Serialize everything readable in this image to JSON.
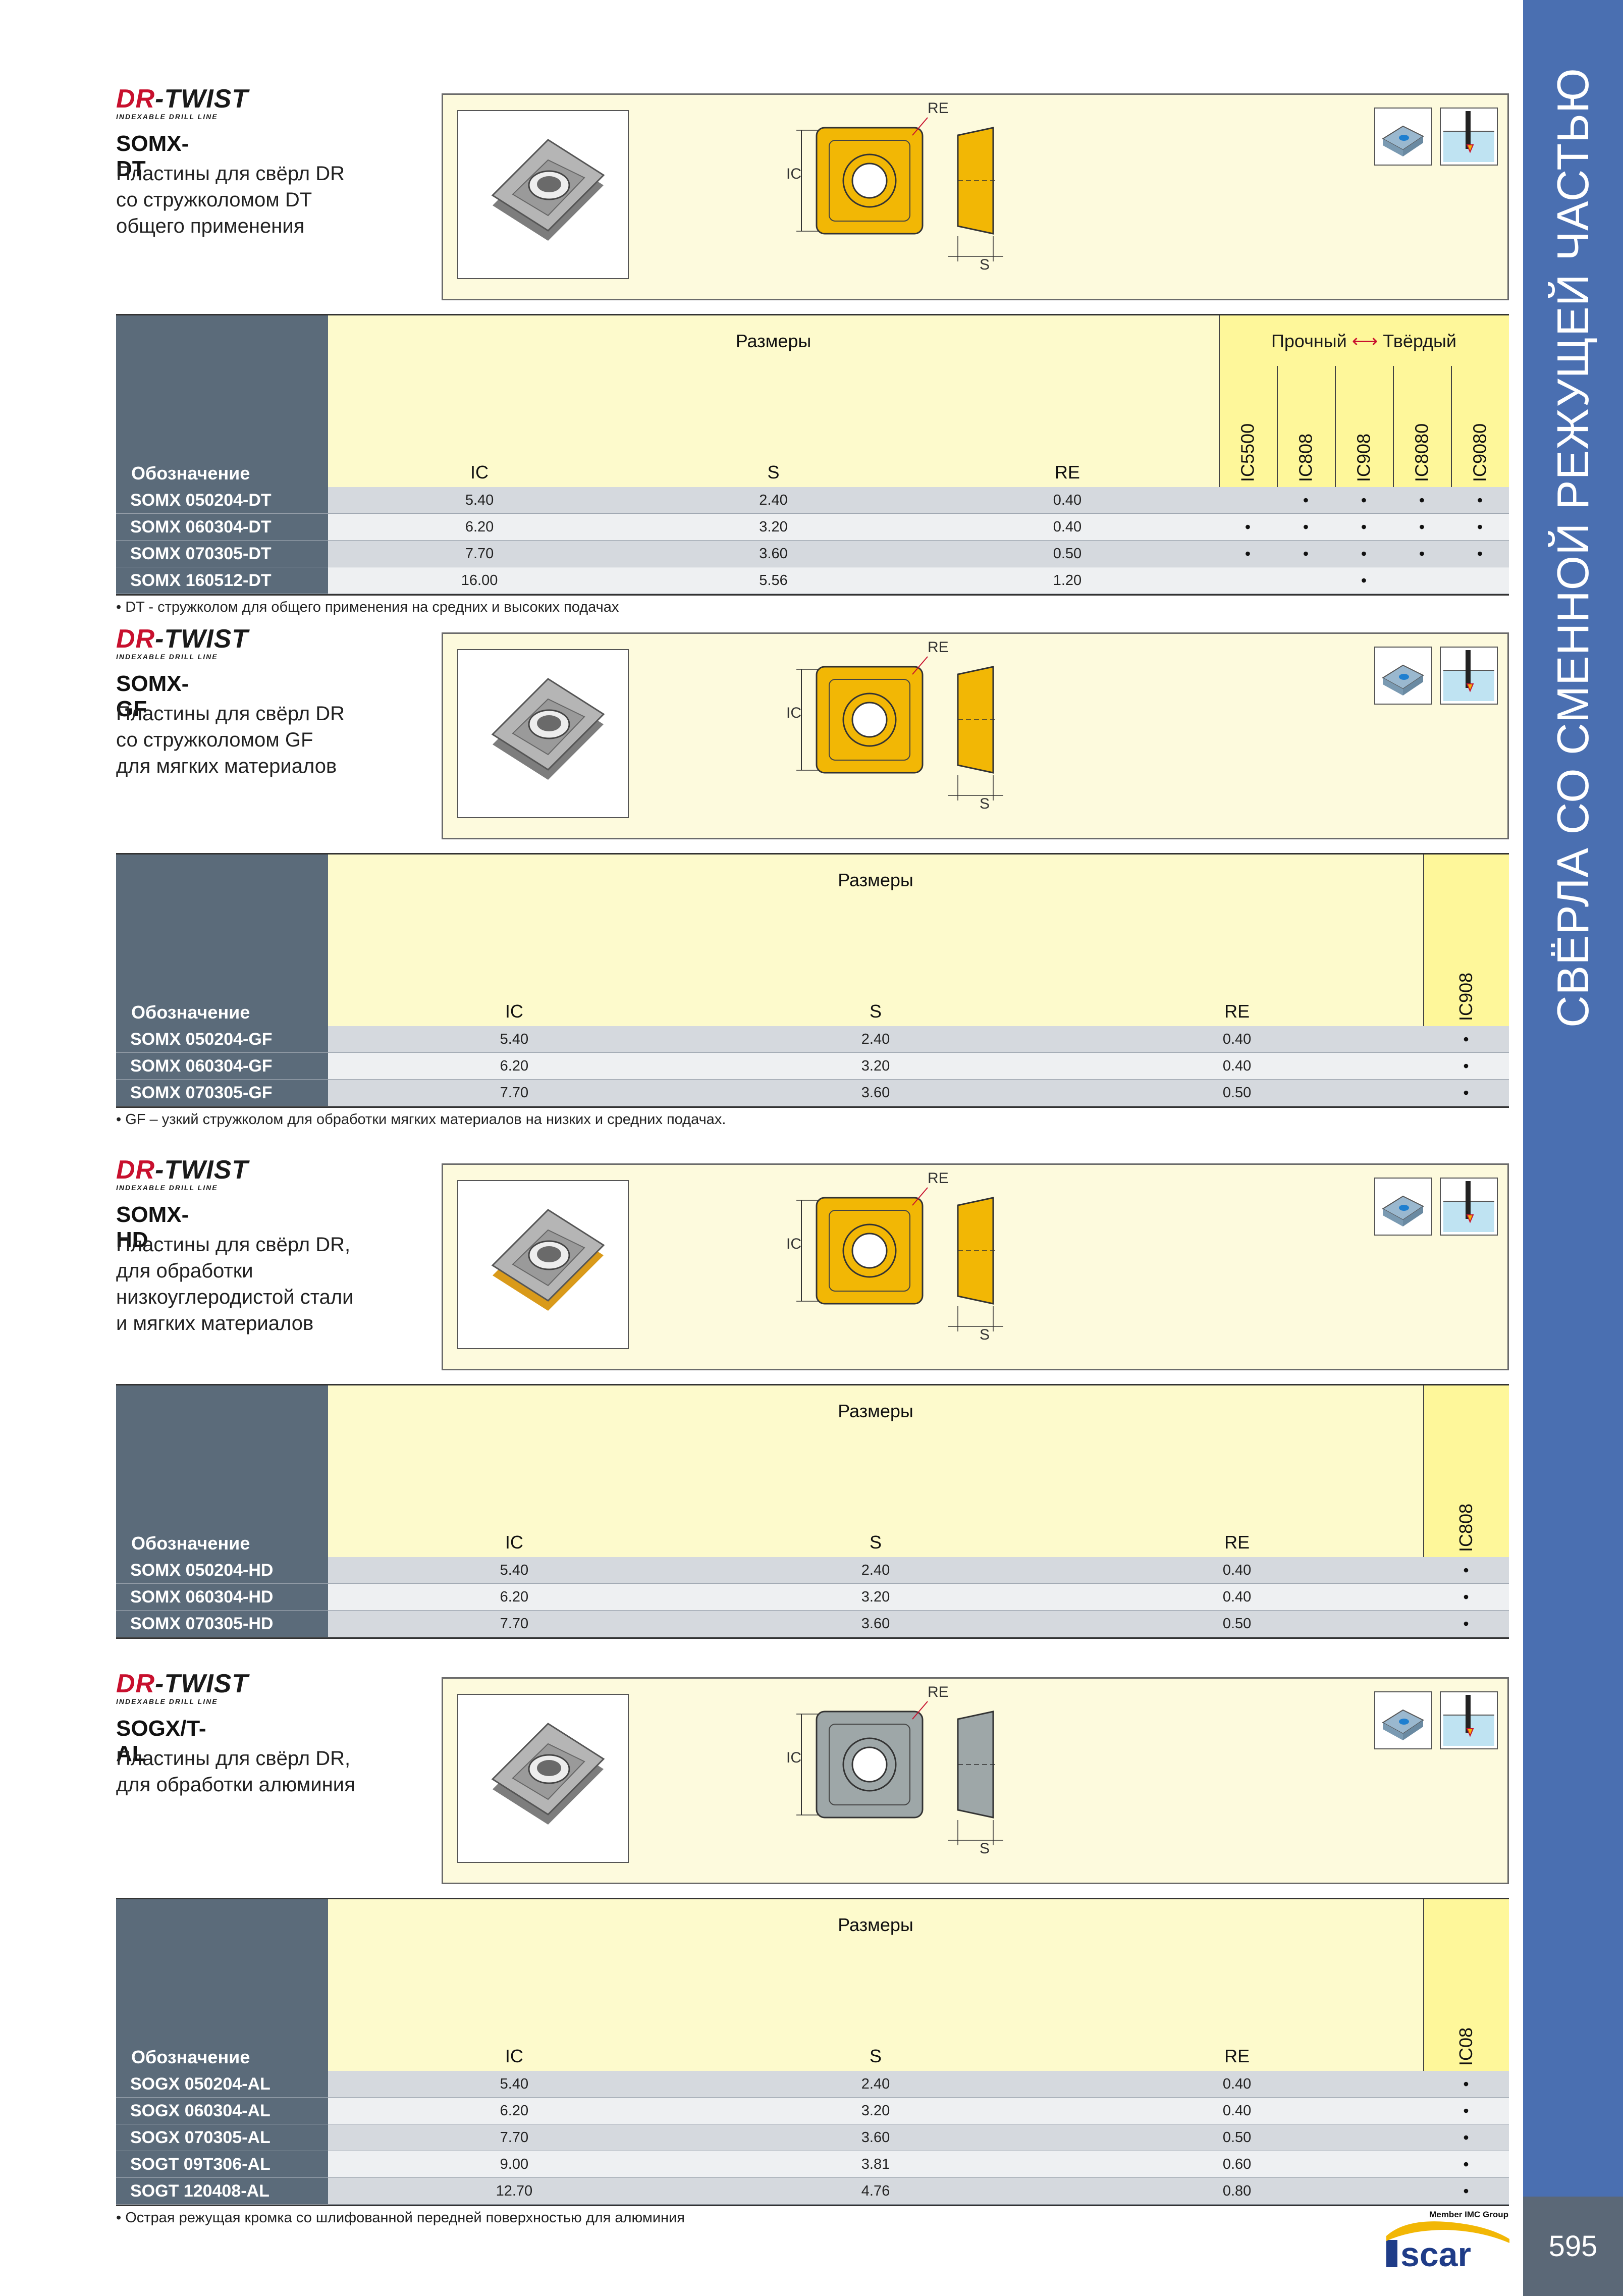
{
  "side_title": "СВЁРЛА СО СМЕННОЙ РЕЖУЩЕЙ ЧАСТЬЮ",
  "page_number": "595",
  "brand": {
    "dr": "DR",
    "twist": "-TWIST",
    "sub": "INDEXABLE DRILL LINE"
  },
  "logo": {
    "text": "iscar",
    "member": "Member IMC Group"
  },
  "dim_labels": {
    "ic": "IC",
    "s": "S",
    "re": "RE"
  },
  "table_headers": {
    "designation": "Обозначение",
    "dimensions": "Размеры",
    "ic": "IC",
    "s": "S",
    "re": "RE"
  },
  "strength": {
    "tough": "Прочный",
    "hard": "Твёрдый"
  },
  "colors": {
    "side_band": "#4a6fb1",
    "table_dark": "#5b6b7a",
    "panel": "#fdfadd",
    "grade_yellow": "#fef79a",
    "insert_gold": "#f2b705"
  },
  "sections": [
    {
      "series": "SOMX-DT",
      "desc": [
        "Пластины для свёрл DR",
        "со стружколомом DT",
        "общего применения"
      ],
      "grades": [
        "IC5500",
        "IC808",
        "IC908",
        "IC8080",
        "IC9080"
      ],
      "rows": [
        {
          "code": "SOMX 050204-DT",
          "ic": "5.40",
          "s": "2.40",
          "re": "0.40",
          "marks": [
            "",
            "•",
            "•",
            "•",
            "•"
          ]
        },
        {
          "code": "SOMX 060304-DT",
          "ic": "6.20",
          "s": "3.20",
          "re": "0.40",
          "marks": [
            "•",
            "•",
            "•",
            "•",
            "•"
          ]
        },
        {
          "code": "SOMX 070305-DT",
          "ic": "7.70",
          "s": "3.60",
          "re": "0.50",
          "marks": [
            "•",
            "•",
            "•",
            "•",
            "•"
          ]
        },
        {
          "code": "SOMX 160512-DT",
          "ic": "16.00",
          "s": "5.56",
          "re": "1.20",
          "marks": [
            "",
            "",
            "•",
            "",
            ""
          ]
        }
      ],
      "note": "• DT - стружколом для общего применения на средних и высоких подачах"
    },
    {
      "series": "SOMX-GF",
      "desc": [
        "Пластины для свёрл DR",
        "со стружколомом GF",
        "для мягких материалов"
      ],
      "grades": [
        "IC908"
      ],
      "rows": [
        {
          "code": "SOMX 050204-GF",
          "ic": "5.40",
          "s": "2.40",
          "re": "0.40",
          "marks": [
            "•"
          ]
        },
        {
          "code": "SOMX 060304-GF",
          "ic": "6.20",
          "s": "3.20",
          "re": "0.40",
          "marks": [
            "•"
          ]
        },
        {
          "code": "SOMX 070305-GF",
          "ic": "7.70",
          "s": "3.60",
          "re": "0.50",
          "marks": [
            "•"
          ]
        }
      ],
      "note": "• GF – узкий стружколом для обработки мягких материалов на низких и средних подачах."
    },
    {
      "series": "SOMX-HD",
      "desc": [
        "Пластины для свёрл DR,",
        "для обработки",
        "низкоуглеродистой стали",
        "и мягких материалов"
      ],
      "grades": [
        "IC808"
      ],
      "rows": [
        {
          "code": "SOMX 050204-HD",
          "ic": "5.40",
          "s": "2.40",
          "re": "0.40",
          "marks": [
            "•"
          ]
        },
        {
          "code": "SOMX 060304-HD",
          "ic": "6.20",
          "s": "3.20",
          "re": "0.40",
          "marks": [
            "•"
          ]
        },
        {
          "code": "SOMX 070305-HD",
          "ic": "7.70",
          "s": "3.60",
          "re": "0.50",
          "marks": [
            "•"
          ]
        }
      ],
      "note": ""
    },
    {
      "series": "SOGX/T-AL",
      "desc": [
        "Пластины для свёрл DR,",
        "для обработки алюминия"
      ],
      "grades": [
        "IC08"
      ],
      "rows": [
        {
          "code": "SOGX 050204-AL",
          "ic": "5.40",
          "s": "2.40",
          "re": "0.40",
          "marks": [
            "•"
          ]
        },
        {
          "code": "SOGX 060304-AL",
          "ic": "6.20",
          "s": "3.20",
          "re": "0.40",
          "marks": [
            "•"
          ]
        },
        {
          "code": "SOGX 070305-AL",
          "ic": "7.70",
          "s": "3.60",
          "re": "0.50",
          "marks": [
            "•"
          ]
        },
        {
          "code": "SOGT 09T306-AL",
          "ic": "9.00",
          "s": "3.81",
          "re": "0.60",
          "marks": [
            "•"
          ]
        },
        {
          "code": "SOGT 120408-AL",
          "ic": "12.70",
          "s": "4.76",
          "re": "0.80",
          "marks": [
            "•"
          ]
        }
      ],
      "note": "• Острая режущая кромка со шлифованной передней поверхностью для алюминия"
    }
  ]
}
